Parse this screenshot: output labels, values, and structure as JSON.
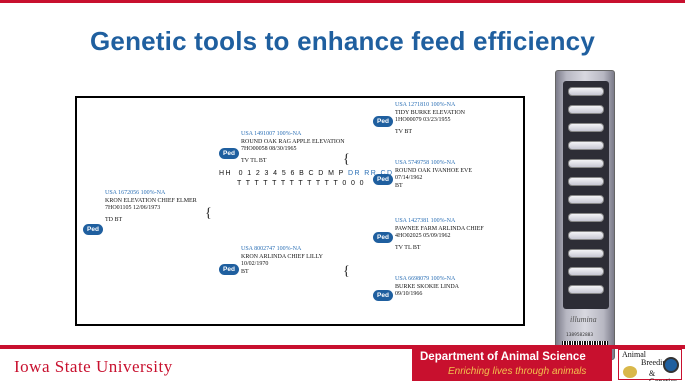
{
  "slide": {
    "title": "Genetic tools to enhance feed efficiency"
  },
  "pedigree": {
    "badge_label": "Ped",
    "subject": {
      "reg": "USA 1672056 100%-NA",
      "name": "KRON ELEVATION CHIEF ELMER",
      "id_date": "7HO01105  12/06/1973",
      "codes": "TD BT"
    },
    "sire": {
      "reg": "USA 1491007 100%-NA",
      "name": "ROUND OAK RAG APPLE ELEVATION",
      "id_date": "7HO00058  08/30/1965",
      "codes": "TV TL BT"
    },
    "dam": {
      "reg": "USA 8002747 100%-NA",
      "name": "KRON ARLINDA CHIEF LILLY",
      "id_date": "10/02/1970",
      "codes": "BT"
    },
    "ss": {
      "reg": "USA 1271810 100%-NA",
      "name": "TIDY BURKE ELEVATION",
      "id_date": "1HO00079  03/23/1955",
      "codes": "TV BT"
    },
    "sd": {
      "reg": "USA 5749758 100%-NA",
      "name": "ROUND OAK IVANHOE EVE",
      "id_date": "07/14/1962",
      "codes": "BT"
    },
    "ds": {
      "reg": "USA 1427381 100%-NA",
      "name": "PAWNEE FARM ARLINDA CHIEF",
      "id_date": "4HO02025  05/09/1962",
      "codes": "TV TL BT"
    },
    "dd": {
      "reg": "USA 6698079 100%-NA",
      "name": "BURKE SKOKIE LINDA",
      "id_date": "09/10/1966",
      "codes": ""
    },
    "haplotype": {
      "hh_label": "HH",
      "header_black": "0 1 2 3 4 5 6 B C D M P",
      "header_blue": "DR RR CD",
      "values": "T T T T T T T T T T T T  0  0  0"
    }
  },
  "chip": {
    "logo": "illumina",
    "code": "1389582883"
  },
  "footer": {
    "university": "Iowa State University",
    "department": "Department of Animal Science",
    "tagline": "Enriching lives through animals",
    "logo_line1": "Animal",
    "logo_line2": "Breeding",
    "logo_line3": "& Genetics"
  },
  "colors": {
    "title_blue": "#1f5f9f",
    "isu_red": "#c8102e",
    "tagline_gold": "#f2c14e"
  }
}
